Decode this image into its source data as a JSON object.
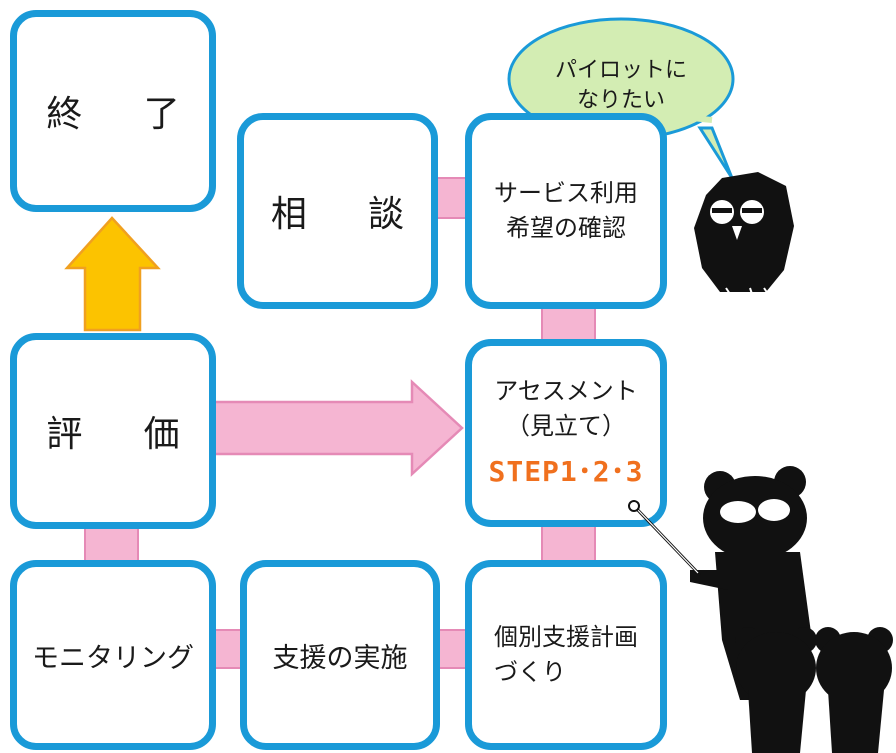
{
  "boxes": {
    "end": "終　了",
    "consult": "相　談",
    "confirm_line1": "サービス利用",
    "confirm_line2": "希望の確認",
    "evaluate": "評　価",
    "assess_line1": "アセスメント",
    "assess_line2": "（見立て）",
    "steps": "STEP1･2･3",
    "monitoring": "モニタリング",
    "support": "支援の実施",
    "plan_line1": "個別支援計画",
    "plan_line2": "づくり"
  },
  "bubble": {
    "line1": "パイロットに",
    "line2": "なりたい"
  },
  "colors": {
    "box_border": "#1a9ad8",
    "connector": "#f5b5d2",
    "up_arrow": "#fcc300",
    "steps_text": "#f0701e",
    "bubble_fill": "#d3edb3"
  }
}
